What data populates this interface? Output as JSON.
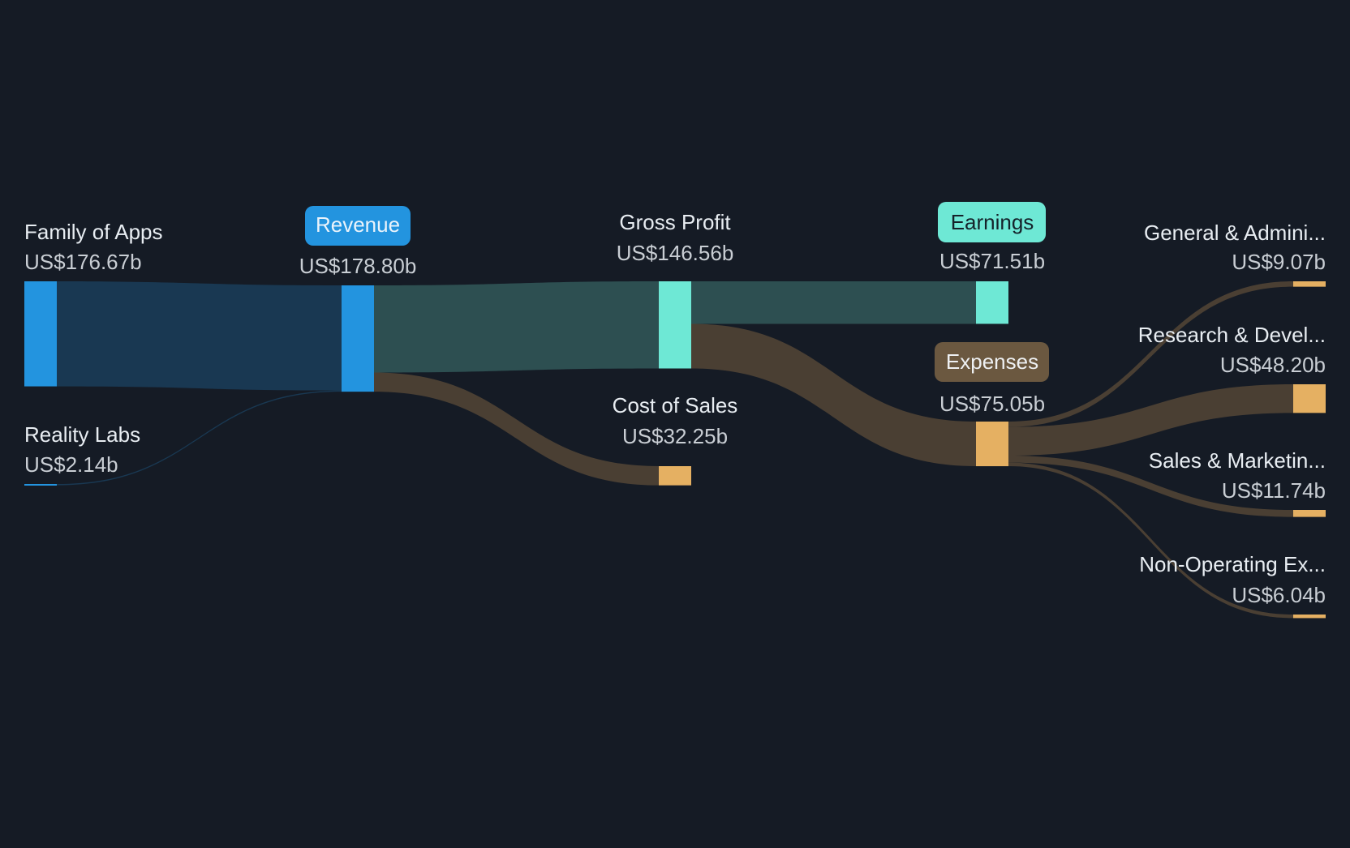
{
  "chart_data": {
    "type": "sankey",
    "title": "",
    "currency_prefix": "US$",
    "unit_suffix": "b",
    "nodes": [
      {
        "id": "family_of_apps",
        "label": "Family of Apps",
        "value": 176.67,
        "value_label": "US$176.67b",
        "column": 0,
        "style": "plain",
        "color": "#2394df"
      },
      {
        "id": "reality_labs",
        "label": "Reality Labs",
        "value": 2.14,
        "value_label": "US$2.14b",
        "column": 0,
        "style": "plain",
        "color": "#2394df"
      },
      {
        "id": "revenue",
        "label": "Revenue",
        "value": 178.8,
        "value_label": "US$178.80b",
        "column": 1,
        "style": "badge",
        "color": "#2394df",
        "badge_bg": "#2394df",
        "badge_fg": "#eaf3fb"
      },
      {
        "id": "gross_profit",
        "label": "Gross Profit",
        "value": 146.56,
        "value_label": "US$146.56b",
        "column": 2,
        "style": "plain",
        "color": "#6ee8d5"
      },
      {
        "id": "cost_of_sales",
        "label": "Cost of Sales",
        "value": 32.25,
        "value_label": "US$32.25b",
        "column": 2,
        "style": "plain",
        "color": "#e5b062"
      },
      {
        "id": "earnings",
        "label": "Earnings",
        "value": 71.51,
        "value_label": "US$71.51b",
        "column": 3,
        "style": "badge",
        "color": "#6ee8d5",
        "badge_bg": "#6ee8d5",
        "badge_fg": "#15222a"
      },
      {
        "id": "expenses",
        "label": "Expenses",
        "value": 75.05,
        "value_label": "US$75.05b",
        "column": 3,
        "style": "badge",
        "color": "#e5b062",
        "badge_bg": "#6b5840",
        "badge_fg": "#eef0f2"
      },
      {
        "id": "general_admin",
        "label": "General & Admini...",
        "value": 9.07,
        "value_label": "US$9.07b",
        "column": 4,
        "style": "plain",
        "color": "#e5b062"
      },
      {
        "id": "research_dev",
        "label": "Research & Devel...",
        "value": 48.2,
        "value_label": "US$48.20b",
        "column": 4,
        "style": "plain",
        "color": "#e5b062"
      },
      {
        "id": "sales_marketing",
        "label": "Sales & Marketin...",
        "value": 11.74,
        "value_label": "US$11.74b",
        "column": 4,
        "style": "plain",
        "color": "#e5b062"
      },
      {
        "id": "non_operating",
        "label": "Non-Operating Ex...",
        "value": 6.04,
        "value_label": "US$6.04b",
        "column": 4,
        "style": "plain",
        "color": "#e5b062"
      }
    ],
    "links": [
      {
        "source": "family_of_apps",
        "target": "revenue",
        "value": 176.67,
        "color": "#193852"
      },
      {
        "source": "reality_labs",
        "target": "revenue",
        "value": 2.14,
        "color": "#193852"
      },
      {
        "source": "revenue",
        "target": "gross_profit",
        "value": 146.56,
        "color": "#2d4f51"
      },
      {
        "source": "revenue",
        "target": "cost_of_sales",
        "value": 32.25,
        "color": "#4a3f33"
      },
      {
        "source": "gross_profit",
        "target": "earnings",
        "value": 71.51,
        "color": "#2d4f51"
      },
      {
        "source": "gross_profit",
        "target": "expenses",
        "value": 75.05,
        "color": "#4a3f33"
      },
      {
        "source": "expenses",
        "target": "general_admin",
        "value": 9.07,
        "color": "#4a3f33"
      },
      {
        "source": "expenses",
        "target": "research_dev",
        "value": 48.2,
        "color": "#4a3f33"
      },
      {
        "source": "expenses",
        "target": "sales_marketing",
        "value": 11.74,
        "color": "#4a3f33"
      },
      {
        "source": "expenses",
        "target": "non_operating",
        "value": 6.04,
        "color": "#4a3f33"
      }
    ]
  },
  "colors": {
    "background": "#151b25",
    "label_text": "#e8edf2",
    "value_text": "#c9ced4"
  }
}
